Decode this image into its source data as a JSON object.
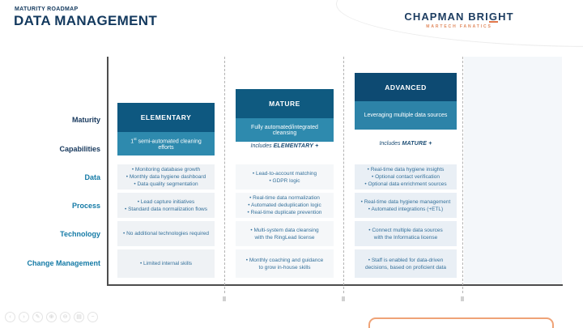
{
  "header": {
    "eyebrow": "MATURITY ROADMAP",
    "title": "DATA MANAGEMENT"
  },
  "logo": {
    "brand_pre": "CHAPMAN BRI",
    "brand_g": "G",
    "brand_post": "HT",
    "tagline": "MARTECH FANATICS"
  },
  "colors": {
    "navy_header": "#0d4a72",
    "blue_header": "#0f5a80",
    "teal_box": "#2e8aae",
    "accent_orange": "#e0764a",
    "label_teal": "#147aa6",
    "label_navy": "#16375c"
  },
  "matrix": {
    "row_labels": [
      "Maturity",
      "Capabilities",
      "Data",
      "Process",
      "Technology",
      "Change Management"
    ]
  },
  "columns": [
    {
      "level": "ELEMENTARY",
      "capability": {
        "prefix": "1",
        "sup": "st",
        "rest": " semi-automated cleaning efforts"
      },
      "cells": {
        "data": [
          "• Monitoring database growth",
          "• Monthly data hygiene dashboard",
          "• Data quality segmentation"
        ],
        "process": [
          "• Lead capture initiatives",
          "• Standard data normalization flows"
        ],
        "technology": [
          "• No additional technologies required"
        ],
        "change_management": [
          "• Limited internal skills"
        ]
      }
    },
    {
      "level": "MATURE",
      "capability": {
        "prefix": "",
        "sup": "",
        "rest": "Fully automated/integrated cleansing"
      },
      "includes": {
        "prefix": "Includes ",
        "emphasis": "ELEMENTARY +"
      },
      "cells": {
        "data": [
          "• Lead-to-account matching",
          "• GDPR logic"
        ],
        "process": [
          "• Real-time data normalization",
          "• Automated deduplication logic",
          "• Real-time duplicate prevention"
        ],
        "technology": [
          "• Multi-system data cleansing",
          "with the RingLead license"
        ],
        "change_management": [
          "• Monthly coaching and guidance",
          "to grow in-house skills"
        ]
      }
    },
    {
      "level": "ADVANCED",
      "capability": {
        "prefix": "",
        "sup": "",
        "rest": "Leveraging multiple data sources"
      },
      "includes": {
        "prefix": "Includes ",
        "emphasis": "MATURE +"
      },
      "cells": {
        "data": [
          "• Real-time data hygiene insights",
          "• Optional contact verification",
          "• Optional data enrichment sources"
        ],
        "process": [
          "• Real-time data hygiene management",
          "• Automated integrations (+ETL)"
        ],
        "technology": [
          "• Connect multiple data sources",
          "with the Informatica license"
        ],
        "change_management": [
          "• Staff is enabled for data-driven",
          "decisions, based on proficient data"
        ]
      }
    }
  ],
  "toolbar": {
    "icons": [
      {
        "name": "prev-icon",
        "glyph": "‹"
      },
      {
        "name": "next-icon",
        "glyph": "›"
      },
      {
        "name": "pen-icon",
        "glyph": "✎"
      },
      {
        "name": "zoom-in-icon",
        "glyph": "⊕"
      },
      {
        "name": "zoom-out-icon",
        "glyph": "⊖"
      },
      {
        "name": "print-icon",
        "glyph": "▤"
      },
      {
        "name": "minimize-icon",
        "glyph": "−"
      }
    ]
  }
}
